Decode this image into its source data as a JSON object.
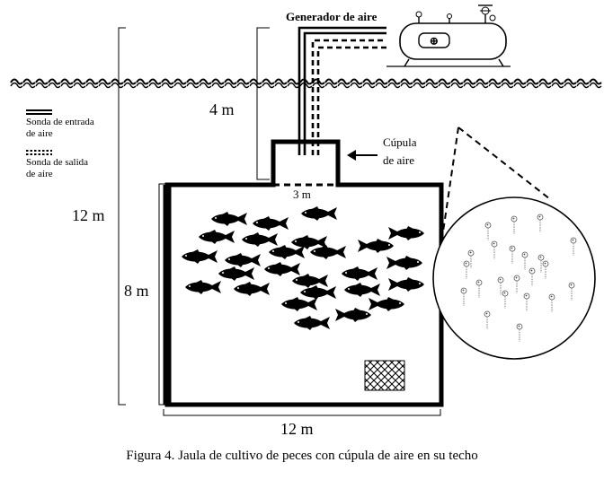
{
  "diagram": {
    "generator_label": "Generador de aire",
    "depth_top_label": "4 m",
    "depth_total_label": "12 m",
    "cage_height_label": "8 m",
    "cage_width_label": "12 m",
    "dome_width_label": "3 m",
    "dome_label_line1": "Cúpula",
    "dome_label_line2": "de aire",
    "legend": {
      "inlet_line1": "Sonda de entrada",
      "inlet_line2": "de aire",
      "outlet_line1": "Sonda de salida",
      "outlet_line2": "de aire"
    },
    "caption": "Figura 4. Jaula de cultivo de peces con cúpula de aire en su techo"
  }
}
